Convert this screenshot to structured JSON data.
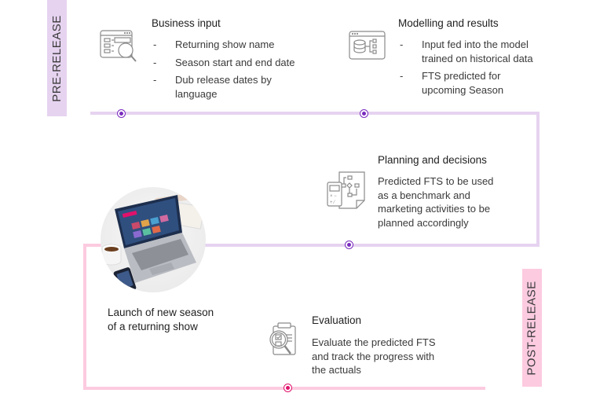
{
  "phases": {
    "pre_release": "PRE-RELEASE",
    "post_release": "POST-RELEASE"
  },
  "colors": {
    "pre_release": "#e6d3f0",
    "post_release": "#fccbe0",
    "pre_dot": "#7a2bbf",
    "post_dot": "#e0116b"
  },
  "steps": {
    "business_input": {
      "title": "Business input",
      "icon": "data-search-icon",
      "items": [
        "Returning show name",
        "Season start and end date",
        "Dub release dates by language"
      ]
    },
    "modelling": {
      "title": "Modelling and results",
      "icon": "database-model-icon",
      "items": [
        "Input fed into the model trained on historical data",
        "FTS predicted for upcoming Season"
      ]
    },
    "planning": {
      "title": "Planning and decisions",
      "icon": "calculator-flowchart-icon",
      "text": "Predicted FTS to be used as a benchmark and marketing activities to be planned accordingly"
    },
    "launch": {
      "title": "Launch of new season of a returning show",
      "image": "laptop-streaming-photo"
    },
    "evaluation": {
      "title": "Evaluation",
      "icon": "clipboard-magnifier-icon",
      "text": "Evaluate the predicted FTS and track the progress with the actuals"
    }
  }
}
